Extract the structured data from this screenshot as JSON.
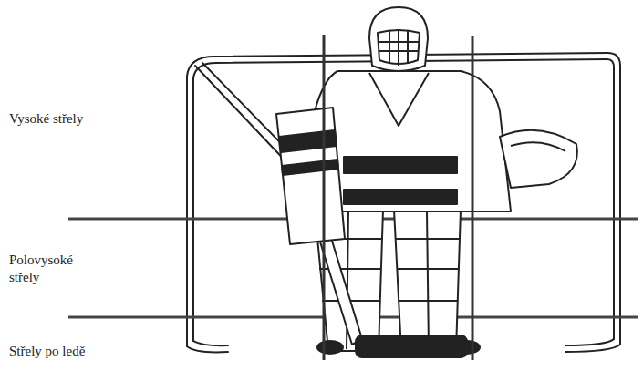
{
  "diagram": {
    "labels": [
      "Vysoké střely",
      "Polovysoké střely",
      "Střely po ledě"
    ]
  }
}
